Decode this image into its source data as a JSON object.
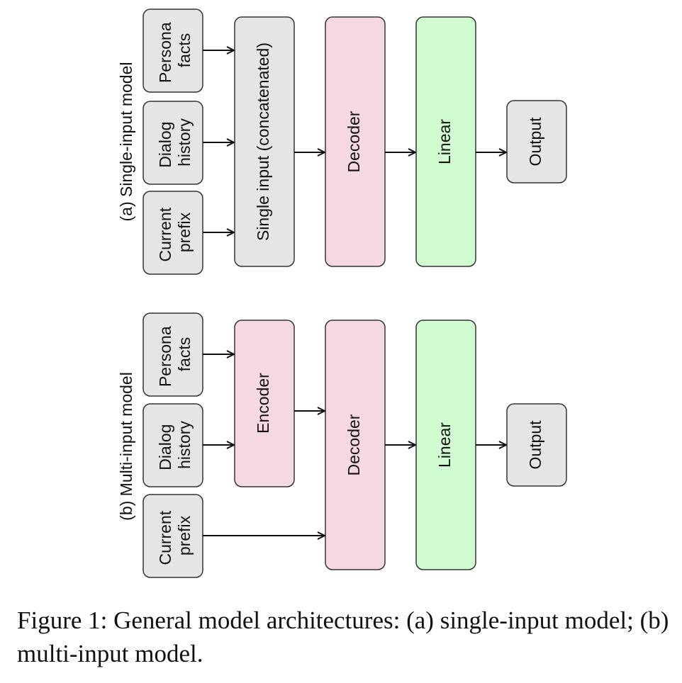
{
  "diagram": {
    "colors": {
      "input_fill": "#e5e5e5",
      "decoder_fill": "#f6d8e0",
      "encoder_fill": "#f6d8e0",
      "linear_fill": "#d1fbd1",
      "output_fill": "#e5e5e5",
      "stroke": "#333333"
    },
    "panel_a": {
      "title": "(a) Single-input model",
      "inputs": {
        "persona_facts": [
          "Persona",
          "facts"
        ],
        "dialog_history": [
          "Dialog",
          "history"
        ],
        "current_prefix": [
          "Current",
          "prefix"
        ]
      },
      "concat": "Single input (concatenated)",
      "decoder": "Decoder",
      "linear": "Linear",
      "output": "Output"
    },
    "panel_b": {
      "title": "(b) Multi-input model",
      "inputs": {
        "persona_facts": [
          "Persona",
          "facts"
        ],
        "dialog_history": [
          "Dialog",
          "history"
        ],
        "current_prefix": [
          "Current",
          "prefix"
        ]
      },
      "encoder": "Encoder",
      "decoder": "Decoder",
      "linear": "Linear",
      "output": "Output"
    }
  },
  "caption": "Figure 1: General model architectures: (a) single-input model; (b) multi-input model."
}
